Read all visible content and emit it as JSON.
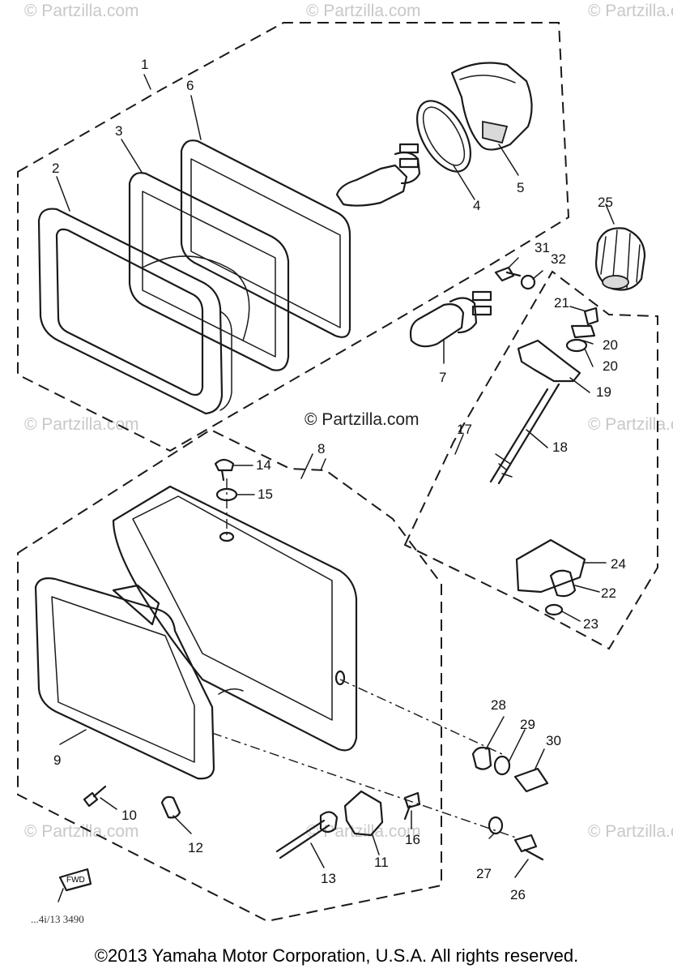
{
  "watermark": "© Partzilla.com",
  "center_watermark": "© Partzilla.com",
  "drawing_code": "...4i/13 3490",
  "fwd_label": "FWD",
  "footer": "©2013  Yamaha Motor Corporation, U.S.A. All rights reserved.",
  "callouts": [
    "1",
    "2",
    "3",
    "4",
    "5",
    "6",
    "7",
    "8",
    "9",
    "10",
    "11",
    "12",
    "13",
    "14",
    "15",
    "16",
    "17",
    "18",
    "19",
    "20",
    "20",
    "21",
    "22",
    "23",
    "24",
    "25",
    "26",
    "27",
    "28",
    "29",
    "30",
    "31",
    "32"
  ]
}
